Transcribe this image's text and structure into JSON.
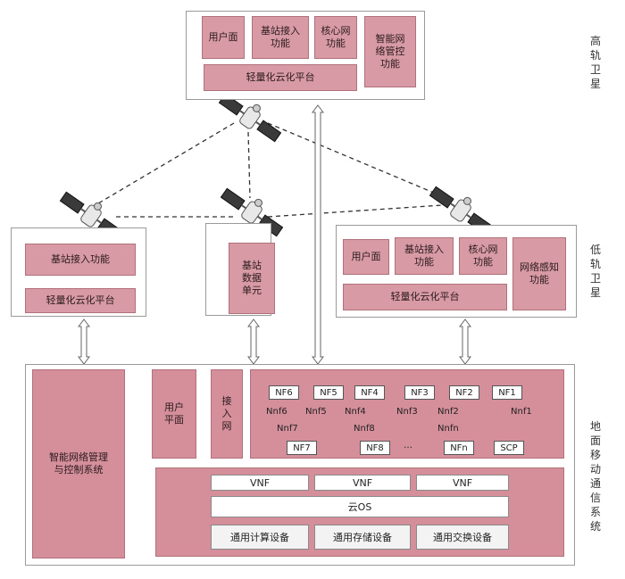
{
  "high_orbit": {
    "side_label": "高轨卫星",
    "user_plane": "用户面",
    "bs_access": "基站接入\n功能",
    "core_net": "核心网\n功能",
    "intel_mgmt": "智能网\n络管控\n功能",
    "cloud_platform": "轻量化云化平台"
  },
  "low_orbit": {
    "side_label": "低轨卫星",
    "left": {
      "bs_access": "基站接入功能",
      "cloud_platform": "轻量化云化平台"
    },
    "middle": {
      "bs_data_unit": "基站\n数据\n单元"
    },
    "right": {
      "user_plane": "用户面",
      "bs_access": "基站接入\n功能",
      "core_net": "核心网\n功能",
      "net_sensing": "网络感知\n功能",
      "cloud_platform": "轻量化云化平台"
    }
  },
  "ground": {
    "side_label": "地面移动通信系统",
    "intel_mgmt": "智能网络管理\n与控制系统",
    "user_plane": "用户\n平面",
    "access_net": "接\n入\n网",
    "nfs_top": [
      "NF6",
      "NF5",
      "NF4",
      "NF3",
      "NF2",
      "NF1"
    ],
    "nnf_top": [
      "Nnf6",
      "Nnf5",
      "Nnf4",
      "Nnf3",
      "Nnf2",
      "Nnf1"
    ],
    "nnf_bottom": [
      "Nnf7",
      "Nnf8",
      "Nnfn"
    ],
    "nfs_bottom": [
      "NF7",
      "NF8",
      "…",
      "NFn",
      "SCP"
    ],
    "vnf": [
      "VNF",
      "VNF",
      "VNF"
    ],
    "cloud_os": "云OS",
    "devices": [
      "通用计算设备",
      "通用存储设备",
      "通用交换设备"
    ]
  },
  "colors": {
    "pink": "#d89aa4",
    "border": "#9a9a9a"
  }
}
